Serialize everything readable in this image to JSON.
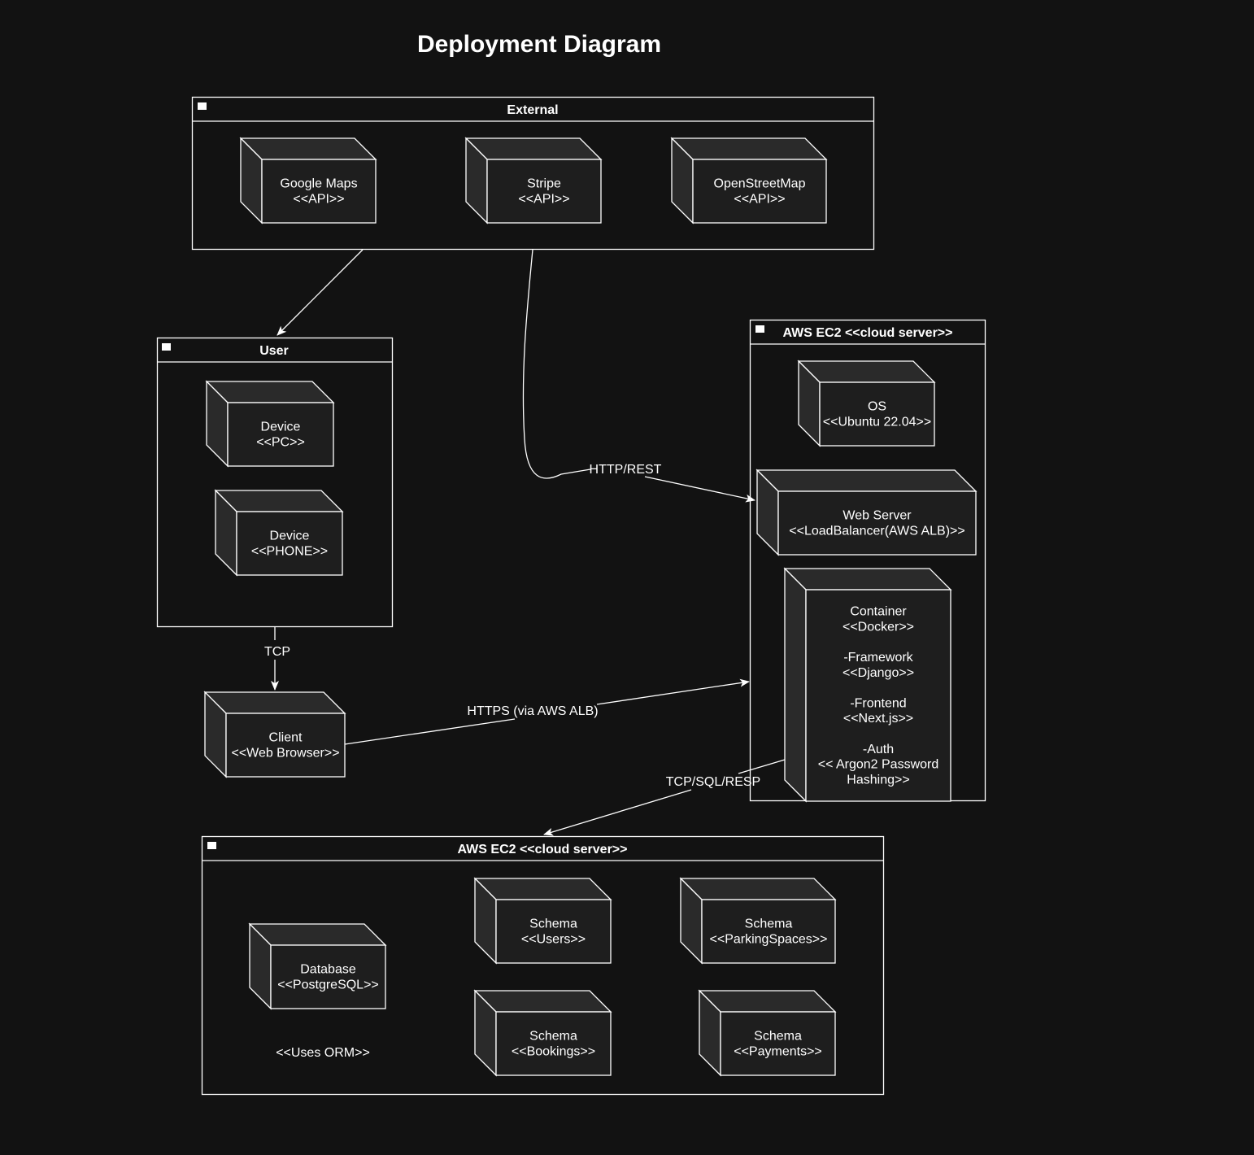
{
  "title": "Deployment Diagram",
  "containers": {
    "external": {
      "title": "External"
    },
    "user": {
      "title": "User"
    },
    "aws_app": {
      "title": "AWS EC2 <<cloud server>>"
    },
    "aws_db": {
      "title": "AWS EC2 <<cloud server>>"
    }
  },
  "nodes": {
    "google_maps": [
      "Google Maps",
      "<<API>>"
    ],
    "stripe": [
      "Stripe",
      "<<API>>"
    ],
    "openstreetmap": [
      "OpenStreetMap",
      "<<API>>"
    ],
    "device_pc": [
      "Device",
      "<<PC>>"
    ],
    "device_phone": [
      "Device",
      "<<PHONE>>"
    ],
    "client": [
      "Client",
      "<<Web Browser>>"
    ],
    "os": [
      "OS",
      "<<Ubuntu 22.04>>"
    ],
    "web_server": [
      "Web Server",
      "<<LoadBalancer(AWS ALB)>>"
    ],
    "container": [
      "Container",
      "<<Docker>>",
      "",
      "-Framework",
      "<<Django>>",
      "",
      "-Frontend",
      "<<Next.js>>",
      "",
      "-Auth",
      "<< Argon2 Password",
      "Hashing>>"
    ],
    "database": [
      "Database",
      "<<PostgreSQL>>"
    ],
    "schema_users": [
      "Schema",
      "<<Users>>"
    ],
    "schema_parking": [
      "Schema",
      "<<ParkingSpaces>>"
    ],
    "schema_bookings": [
      "Schema",
      "<<Bookings>>"
    ],
    "schema_payments": [
      "Schema",
      "<<Payments>>"
    ]
  },
  "notes": {
    "orm": "<<Uses ORM>>"
  },
  "edges": {
    "http_rest": "HTTP/REST",
    "tcp": "TCP",
    "https": "HTTPS (via AWS ALB)",
    "tcp_sql": "TCP/SQL/RESP"
  }
}
